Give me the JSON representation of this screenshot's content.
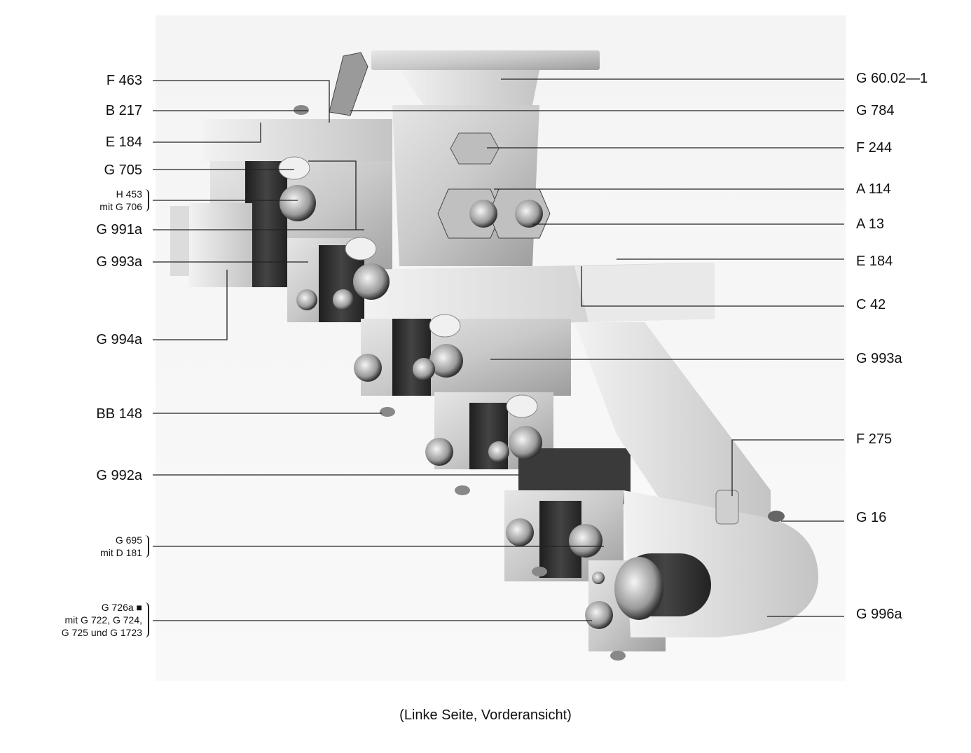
{
  "caption": "(Linke Seite, Vorderansicht)",
  "labels_left": [
    {
      "id": "f463",
      "text": "F 463"
    },
    {
      "id": "b217",
      "text": "B 217"
    },
    {
      "id": "e184",
      "text": "E 184"
    },
    {
      "id": "g705",
      "text": "G 705"
    },
    {
      "id": "h453",
      "lines": [
        "H 453",
        "mit G 706"
      ]
    },
    {
      "id": "g991a",
      "text": "G 991a"
    },
    {
      "id": "g993a",
      "text": "G 993a"
    },
    {
      "id": "g994a",
      "text": "G 994a"
    },
    {
      "id": "bb148",
      "text": "BB 148"
    },
    {
      "id": "g992a",
      "text": "G 992a"
    },
    {
      "id": "g695",
      "lines": [
        "G 695",
        "mit D 181"
      ]
    },
    {
      "id": "g726a",
      "lines": [
        "G 726a ■",
        "mit G 722, G 724,",
        "G 725 und G 1723"
      ]
    }
  ],
  "labels_right": [
    {
      "id": "g6002",
      "text": "G 60.02—1"
    },
    {
      "id": "g784",
      "text": "G 784"
    },
    {
      "id": "f244",
      "text": "F 244"
    },
    {
      "id": "a114",
      "text": "A 114"
    },
    {
      "id": "a13",
      "text": "A 13"
    },
    {
      "id": "e184r",
      "text": "E 184"
    },
    {
      "id": "c42",
      "text": "C 42"
    },
    {
      "id": "g993ar",
      "text": "G 993a"
    },
    {
      "id": "f275",
      "text": "F 275"
    },
    {
      "id": "g16",
      "text": "G 16"
    },
    {
      "id": "g996a",
      "text": "G 996a"
    }
  ]
}
